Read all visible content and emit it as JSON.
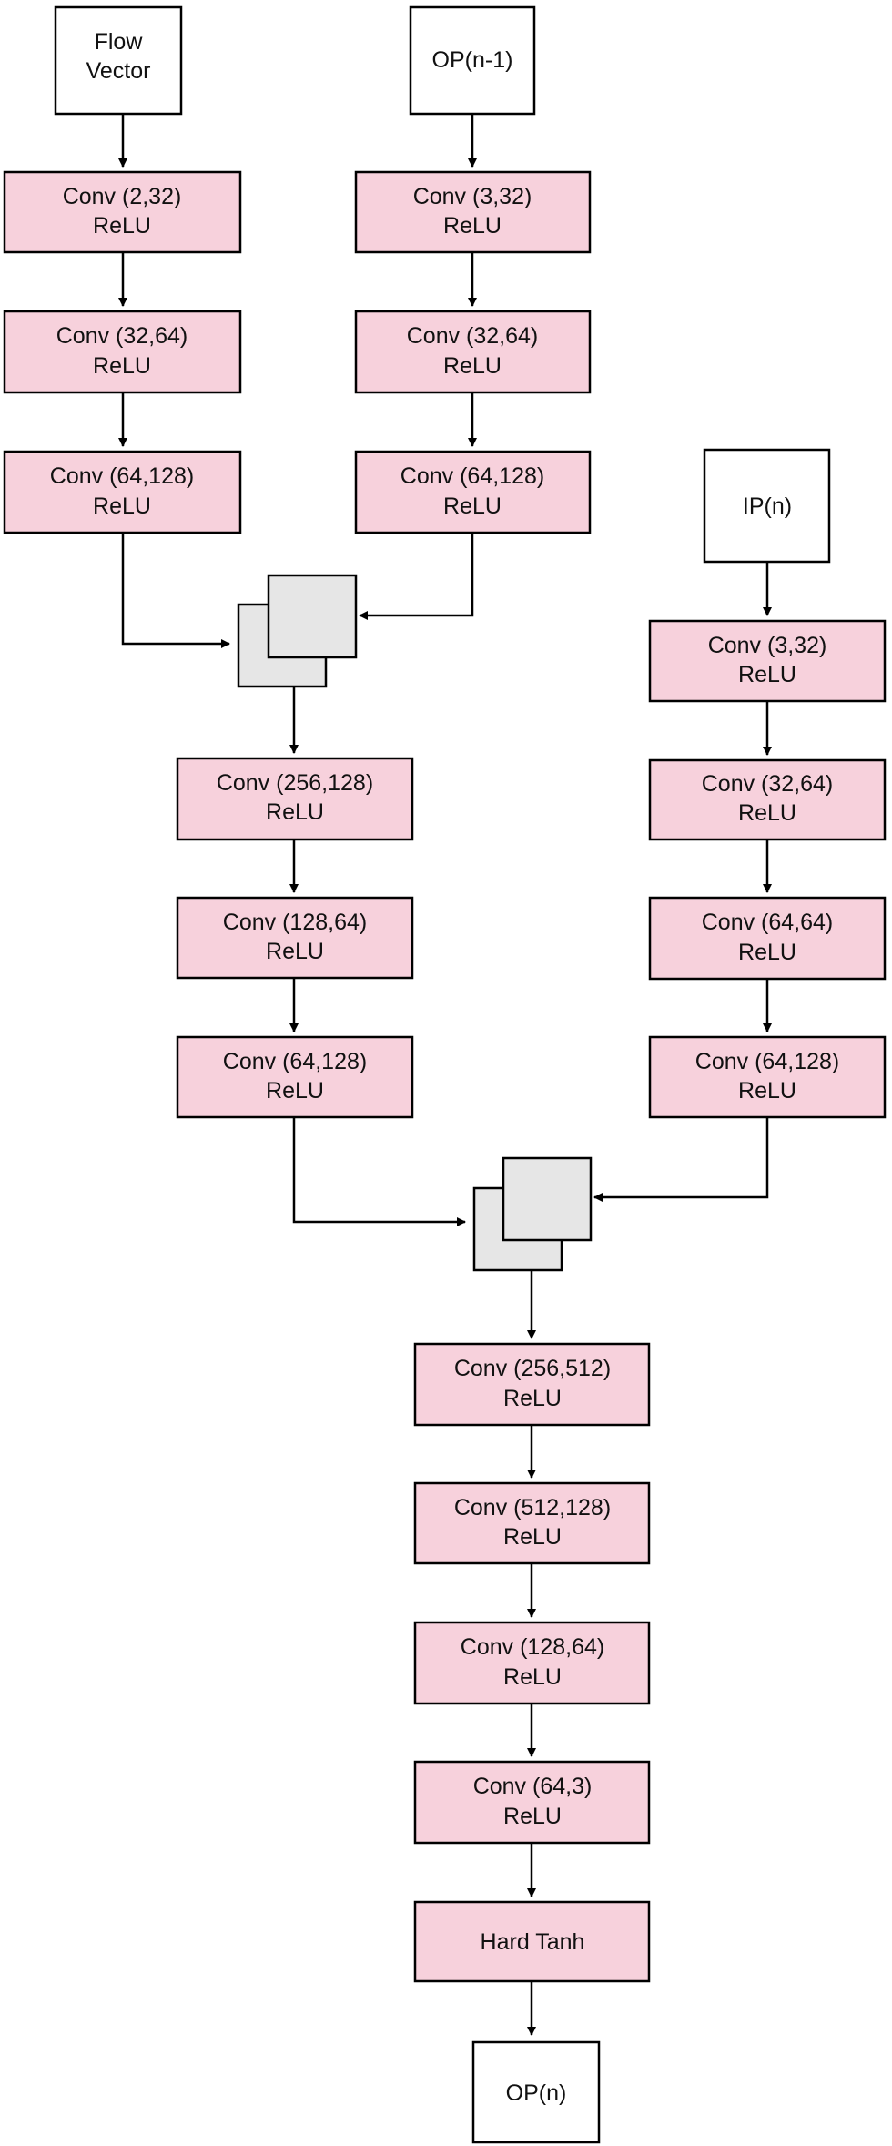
{
  "nodes": {
    "flow_vector": {
      "line1": "Flow",
      "line2": "Vector"
    },
    "op_prev": {
      "line1": "OP(n-1)"
    },
    "ip_n": {
      "line1": "IP(n)"
    },
    "a1": {
      "line1": "Conv (2,32)",
      "line2": "ReLU"
    },
    "a2": {
      "line1": "Conv (32,64)",
      "line2": "ReLU"
    },
    "a3": {
      "line1": "Conv (64,128)",
      "line2": "ReLU"
    },
    "b1": {
      "line1": "Conv (3,32)",
      "line2": "ReLU"
    },
    "b2": {
      "line1": "Conv (32,64)",
      "line2": "ReLU"
    },
    "b3": {
      "line1": "Conv (64,128)",
      "line2": "ReLU"
    },
    "m1": {
      "line1": "Conv (256,128)",
      "line2": "ReLU"
    },
    "m2": {
      "line1": "Conv (128,64)",
      "line2": "ReLU"
    },
    "m3": {
      "line1": "Conv (64,128)",
      "line2": "ReLU"
    },
    "c1": {
      "line1": "Conv (3,32)",
      "line2": "ReLU"
    },
    "c2": {
      "line1": "Conv (32,64)",
      "line2": "ReLU"
    },
    "c3": {
      "line1": "Conv (64,64)",
      "line2": "ReLU"
    },
    "c4": {
      "line1": "Conv (64,128)",
      "line2": "ReLU"
    },
    "f1": {
      "line1": "Conv (256,512)",
      "line2": "ReLU"
    },
    "f2": {
      "line1": "Conv (512,128)",
      "line2": "ReLU"
    },
    "f3": {
      "line1": "Conv (128,64)",
      "line2": "ReLU"
    },
    "f4": {
      "line1": "Conv (64,3)",
      "line2": "ReLU"
    },
    "hardtanh": {
      "line1": "Hard Tanh"
    },
    "op_n": {
      "line1": "OP(n)"
    }
  },
  "colors": {
    "conv_fill": "#f7d1dc",
    "io_fill": "#ffffff",
    "concat_fill": "#e6e6e6",
    "stroke": "#000000"
  }
}
